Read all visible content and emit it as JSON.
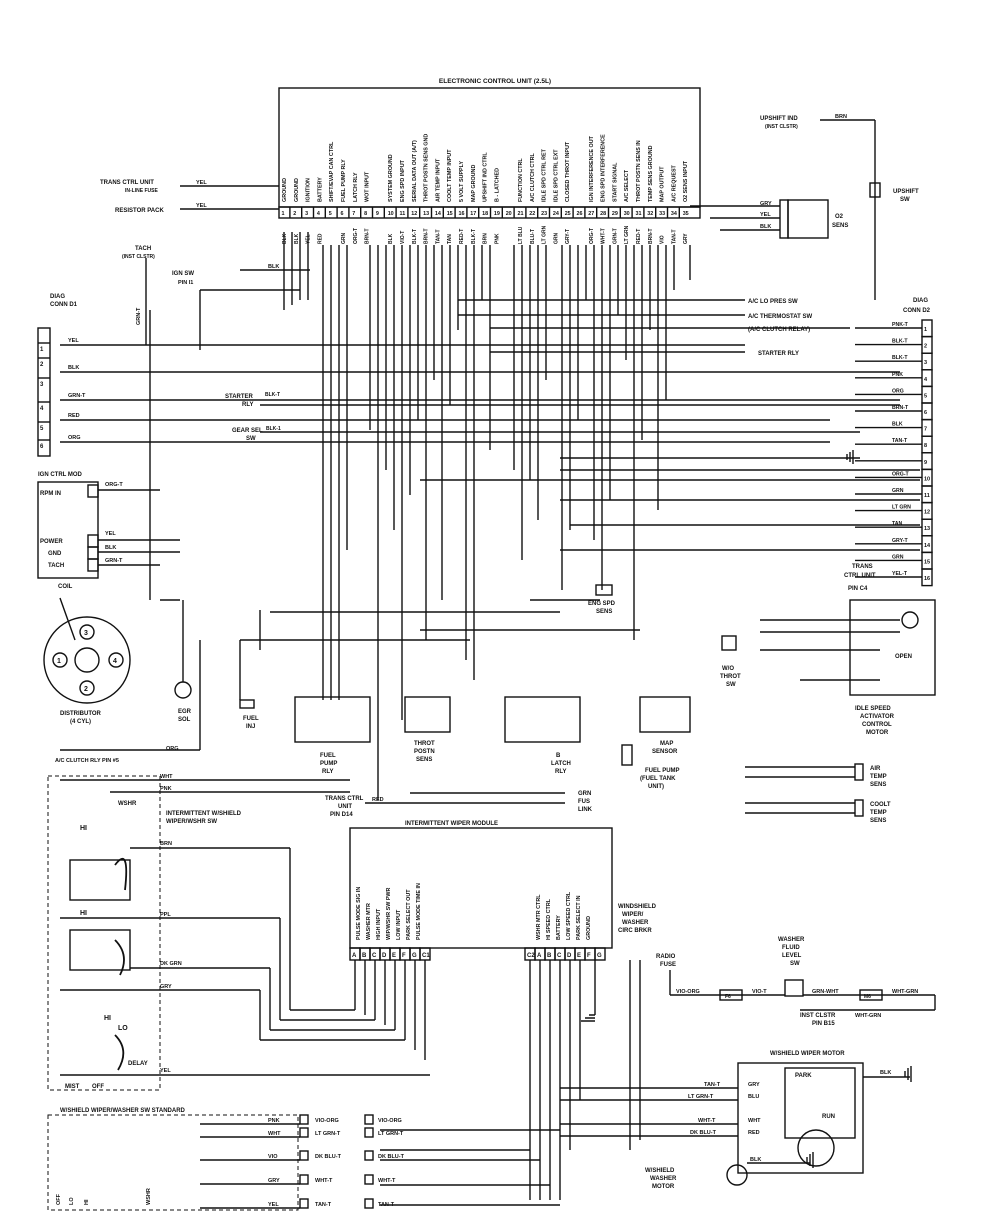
{
  "ecu": {
    "title": "ELECTRONIC CONTROL UNIT (2.5L)",
    "pins": [
      {
        "n": "1",
        "label": "GROUND",
        "wire": "BLK"
      },
      {
        "n": "2",
        "label": "GROUND",
        "wire": "BLK"
      },
      {
        "n": "3",
        "label": "IGNITION",
        "wire": "YEL"
      },
      {
        "n": "4",
        "label": "BATTERY",
        "wire": "RED"
      },
      {
        "n": "5",
        "label": "SHIFT/EVAP CAN CTRL",
        "wire": ""
      },
      {
        "n": "6",
        "label": "FUEL PUMP RLY",
        "wire": "GRN"
      },
      {
        "n": "7",
        "label": "LATCH RLY",
        "wire": "ORG-T"
      },
      {
        "n": "8",
        "label": "WOT INPUT",
        "wire": "BRN-T"
      },
      {
        "n": "9",
        "label": "",
        "wire": ""
      },
      {
        "n": "10",
        "label": "SYSTEM GROUND",
        "wire": "BLK"
      },
      {
        "n": "11",
        "label": "ENG SPD INPUT",
        "wire": "VIO-T"
      },
      {
        "n": "12",
        "label": "SERIAL DATA OUT (A/T)",
        "wire": "BLK-T"
      },
      {
        "n": "13",
        "label": "THROT POSTN SENS GND",
        "wire": "BRN-T"
      },
      {
        "n": "14",
        "label": "AIR TEMP INPUT",
        "wire": "TAN-T"
      },
      {
        "n": "15",
        "label": "COOLT TEMP INPUT",
        "wire": "TAN"
      },
      {
        "n": "16",
        "label": "5 VOLT SUPPLY",
        "wire": "RED-T"
      },
      {
        "n": "17",
        "label": "MAP GROUND",
        "wire": "BLK-T"
      },
      {
        "n": "18",
        "label": "UPSHIFT IND CTRL",
        "wire": "BRN"
      },
      {
        "n": "19",
        "label": "B - LATCHED",
        "wire": "PNK"
      },
      {
        "n": "20",
        "label": "",
        "wire": ""
      },
      {
        "n": "21",
        "label": "FUNCTION CTRL",
        "wire": "LT BLU"
      },
      {
        "n": "22",
        "label": "A/C CLUTCH CTRL",
        "wire": "BLU-T"
      },
      {
        "n": "23",
        "label": "IDLE SPD CTRL RET",
        "wire": "LT GRN"
      },
      {
        "n": "24",
        "label": "IDLE SPD CTRL EXT",
        "wire": "GRN"
      },
      {
        "n": "25",
        "label": "CLOSED THROT INPUT",
        "wire": "GRY-T"
      },
      {
        "n": "26",
        "label": "",
        "wire": ""
      },
      {
        "n": "27",
        "label": "IGN INTERFERENCE OUT",
        "wire": "ORG-T"
      },
      {
        "n": "28",
        "label": "ENG SPD INTERFERENCE",
        "wire": "WHT-T"
      },
      {
        "n": "29",
        "label": "START SIGNAL",
        "wire": "GRN-T"
      },
      {
        "n": "30",
        "label": "A/C SELECT",
        "wire": "LT GRN"
      },
      {
        "n": "31",
        "label": "THROT POSTN SENS IN",
        "wire": "RED-T"
      },
      {
        "n": "32",
        "label": "TEMP SENS GROUND",
        "wire": "BRN-T"
      },
      {
        "n": "33",
        "label": "MAP OUTPUT",
        "wire": "VIO"
      },
      {
        "n": "34",
        "label": "A/C REQUEST",
        "wire": "TAN-T"
      },
      {
        "n": "35",
        "label": "O2 SENS INPUT",
        "wire": "GRY"
      }
    ]
  },
  "left": {
    "trans_ctrl": "TRANS CTRL UNIT",
    "trans_ctrl2": "IN-LINE FUSE",
    "yel1": "YEL",
    "resistor": "RESISTOR PACK",
    "yel2": "YEL",
    "tach": "TACH",
    "tach2": "(INST CLSTR)",
    "ign_sw": "IGN SW",
    "ign_sw2": "PIN I1",
    "blk": "BLK",
    "diag1": "DIAG",
    "diag1b": "CONN D1",
    "diag_wires": [
      "YEL",
      "BLK",
      "GRN-T",
      "RED",
      "ORG"
    ],
    "grn_t": "GRN-T",
    "starter_rly": "STARTER",
    "starter_rly2": "RLY",
    "starter_wire": "BLK-T",
    "gear_sel": "GEAR SEL",
    "gear_sel2": "SW",
    "gear_wire": "BLK-1",
    "ign_ctrl": "IGN CTRL MOD",
    "rpm_in": "RPM IN",
    "power": "POWER",
    "gnd": "GND",
    "tach_p": "TACH",
    "coil": "COIL",
    "mod_wires": [
      "ORG-T",
      "YEL",
      "BLK",
      "GRN-T"
    ],
    "distributor": "DISTRIBUTOR",
    "distributor2": "(4 CYL)",
    "egr": "EGR",
    "egr2": "SOL",
    "fuel_inj": "FUEL",
    "fuel_inj2": "INJ",
    "ac_clutch_pin": "A/C CLUTCH RLY PIN #5",
    "org": "ORG"
  },
  "right": {
    "upshift": "UPSHIFT IND",
    "upshift2": "(INST CLSTR)",
    "upshift_wire": "BRN",
    "upshift_sw": "UPSHIFT",
    "upshift_sw2": "SW",
    "o2": "O2",
    "o2b": "SENS",
    "o2_wires": [
      "GRY",
      "YEL",
      "BLK"
    ],
    "ac_lo": "A/C LO PRES SW",
    "ac_thermo": "A/C THERMOSTAT SW",
    "ac_clutch": "(A/C CLUTCH RELAY)",
    "starter": "STARTER RLY",
    "diag2": "DIAG",
    "diag2b": "CONN D2",
    "diag2_wires": [
      "PNK-T",
      "BLK-T",
      "BLK-T",
      "PNK",
      "ORG",
      "BRN-T",
      "BLK",
      "TAN-T",
      "",
      "ORG-T",
      "GRN",
      "LT GRN",
      "TAN",
      "GRY-T",
      "GRN",
      "YEL-T"
    ],
    "trans_unit": "TRANS",
    "trans_unit2": "CTRL UNIT",
    "trans_unit3": "PIN C4",
    "idle": "IDLE SPEED",
    "idle2": "ACTIVATOR",
    "idle3": "CONTROL",
    "idle4": "MOTOR",
    "open": "OPEN",
    "wo_throt": "W/O",
    "wo_throt2": "THROT",
    "wo_throt3": "SW",
    "air_temp": "AIR",
    "air_temp2": "TEMP",
    "air_temp3": "SENS",
    "coolt": "COOLT",
    "coolt2": "TEMP",
    "coolt3": "SENS",
    "eng_spd": "ENG SPD",
    "eng_spd2": "SENS",
    "fuel_pump_rly": "FUEL",
    "fuel_pump_rly2": "PUMP",
    "fuel_pump_rly3": "RLY",
    "throt": "THROT",
    "throt2": "POSTN",
    "throt3": "SENS",
    "latch": "B",
    "latch2": "LATCH",
    "latch3": "RLY",
    "map": "MAP",
    "map2": "SENSOR",
    "fuel_tank": "FUEL PUMP",
    "fuel_tank2": "(FUEL TANK",
    "fuel_tank3": "UNIT)",
    "trans_ctrl_unit": "TRANS CTRL",
    "trans_ctrl_unit2": "UNIT",
    "trans_ctrl_unit3": "PIN D14",
    "grn_fus": "GRN",
    "grn_fus2": "FUS",
    "grn_fus3": "LINK",
    "red": "RED"
  },
  "wiper": {
    "module": "INTERMITTENT WIPER MODULE",
    "pins_left": [
      "PULSE MODE SIG IN",
      "WASHER MTR",
      "HIGH INPUT",
      "WIP/WSHR SW PWR",
      "LOW INPUT",
      "PARK SELECT OUT",
      "PULSE MODE TIME IN"
    ],
    "pins_right": [
      "WSHR MTR CTRL",
      "HI SPEED CTRL",
      "BATTERY",
      "LOW SPEED CTRL",
      "PARK SELECT IN",
      "GROUND"
    ],
    "conn_left": [
      "A",
      "B",
      "C",
      "D",
      "E",
      "F",
      "G",
      "C1"
    ],
    "conn_right": [
      "C2",
      "A",
      "B",
      "C",
      "D",
      "E",
      "F",
      "G"
    ],
    "ws_brkr": "WINDSHIELD",
    "ws_brkr2": "WIPER/",
    "ws_brkr3": "WASHER",
    "ws_brkr4": "CIRC BRKR",
    "sw_title": "INTERMITTENT W/SHIELD",
    "sw_title2": "WIPER/WSHR SW",
    "wshr": "WSHR",
    "wires_left": [
      "WHT",
      "PNK",
      "BRN",
      "PPL",
      "DK GRN",
      "GRY",
      "YEL"
    ],
    "hi": "HI",
    "lo": "LO",
    "delay": "DELAY",
    "mist": "MIST",
    "off": "OFF",
    "radio_fuse": "RADIO",
    "radio_fuse2": "FUSE",
    "washer_fluid": "WASHER",
    "washer_fluid2": "FLUID",
    "washer_fluid3": "LEVEL",
    "washer_fluid4": "SW",
    "vio_org": "VIO-ORG",
    "f6": "F6",
    "vio_t": "VIO-T",
    "grn_wht": "GRN-WHT",
    "m6": "M6",
    "wht_grn": "WHT-GRN",
    "inst": "INST CLSTR",
    "inst2": "PIN B15",
    "wiper_motor": "W/SHIELD WIPER MOTOR",
    "park": "PARK",
    "run": "RUN",
    "motor_wires": [
      "TAN-T",
      "LT GRN-T",
      "WHT-T",
      "DK BLU-T"
    ],
    "motor_wires2": [
      "GRY",
      "BLU",
      "WHT",
      "RED"
    ],
    "washer_motor": "W/SHIELD",
    "washer_motor2": "WASHER",
    "washer_motor3": "MOTOR",
    "std_title": "W/SHIELD WIPER/WASHER SW STANDARD",
    "std_left": [
      "PNK",
      "WHT",
      "VIO",
      "GRY",
      "YEL"
    ],
    "std_mid": [
      "VIO-ORG",
      "LT GRN-T",
      "DK BLU-T",
      "WHT-T",
      "TAN-T"
    ],
    "std_right": [
      "VIO-ORG",
      "LT GRN-T",
      "DK BLU-T",
      "WHT-T",
      "TAN-T"
    ],
    "std_pos": [
      "OFF",
      "LO",
      "HI",
      "WSHR"
    ]
  }
}
